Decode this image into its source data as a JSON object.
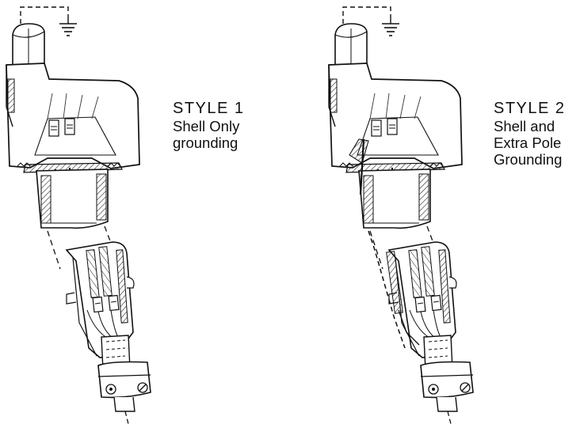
{
  "diagrams": [
    {
      "title": "STYLE 1",
      "lines": [
        "Shell Only",
        "grounding"
      ],
      "ground_icon": "ground-symbol-icon"
    },
    {
      "title": "STYLE 2",
      "lines": [
        "Shell and",
        "Extra Pole",
        "Grounding"
      ],
      "ground_icon": "ground-symbol-icon"
    }
  ],
  "colors": {
    "line": "#111111",
    "fill": "#ffffff",
    "hatch": "#333333"
  }
}
